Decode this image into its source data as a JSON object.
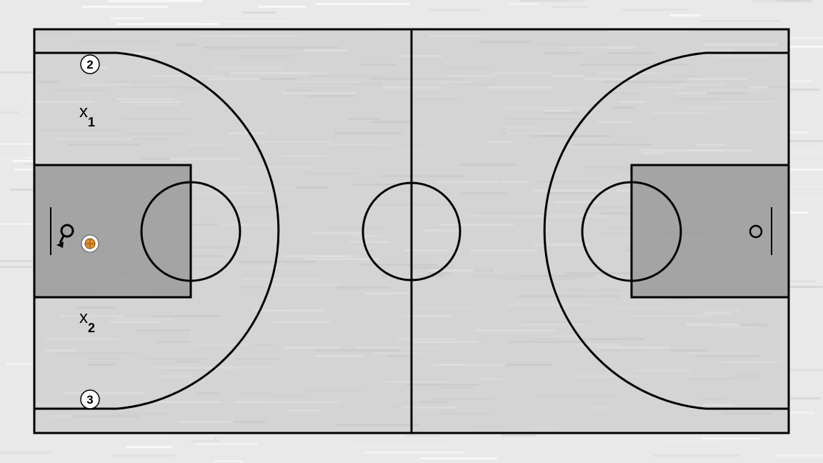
{
  "court": {
    "surface_color": "#d6d6d6",
    "paint_color": "#9a9a9a",
    "line_color": "#000000",
    "background_color": "#e9e9e9"
  },
  "players": [
    {
      "role": "offense",
      "number": "2"
    },
    {
      "role": "offense",
      "number": "3"
    }
  ],
  "defenders": [
    {
      "letter": "x",
      "subscript": "1"
    },
    {
      "letter": "x",
      "subscript": "2"
    }
  ],
  "ball": {
    "color": "#e2902b",
    "icon": "basketball-icon"
  },
  "offense_near_basket": {
    "icon": "player-with-arrow-icon"
  }
}
